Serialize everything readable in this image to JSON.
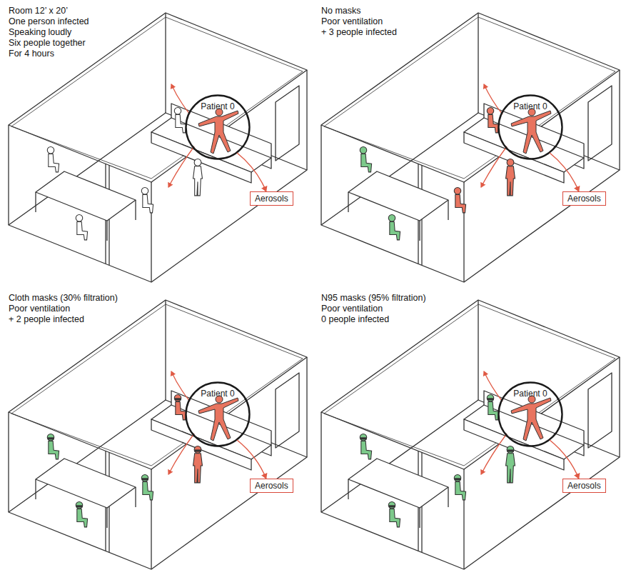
{
  "diagram": {
    "nodes": [
      {
        "text": [
          "Patient 0"
        ]
      },
      {
        "text": [
          "Aerosols"
        ]
      },
      {
        "text": [
          "Patient 0"
        ]
      },
      {
        "text": [
          "Aerosols"
        ]
      },
      {
        "text": [
          "Patient 0"
        ]
      },
      {
        "text": [
          "Aerosols"
        ]
      },
      {
        "text": [
          "Patient 0"
        ]
      },
      {
        "text": [
          "Aerosols"
        ]
      }
    ],
    "edges": [
      {
        "from": 0,
        "to": 1,
        "arrow": "to"
      },
      {
        "from": 2,
        "to": 3,
        "arrow": "to"
      },
      {
        "from": 4,
        "to": 5,
        "arrow": "to"
      },
      {
        "from": 6,
        "to": 7,
        "arrow": "to"
      }
    ],
    "labels": [
      "Room 12’ x 20’",
      "One person infected",
      "Speaking loudly",
      "Six people together",
      "For 4 hours",
      "No masks",
      "Poor ventilation",
      "+ 3 people infected",
      "Cloth masks (30% filtration)",
      "Poor ventilation",
      "+ 2 people infected",
      "N95 masks (95% filtration)",
      "Poor ventilation",
      "0 people infected"
    ]
  }
}
